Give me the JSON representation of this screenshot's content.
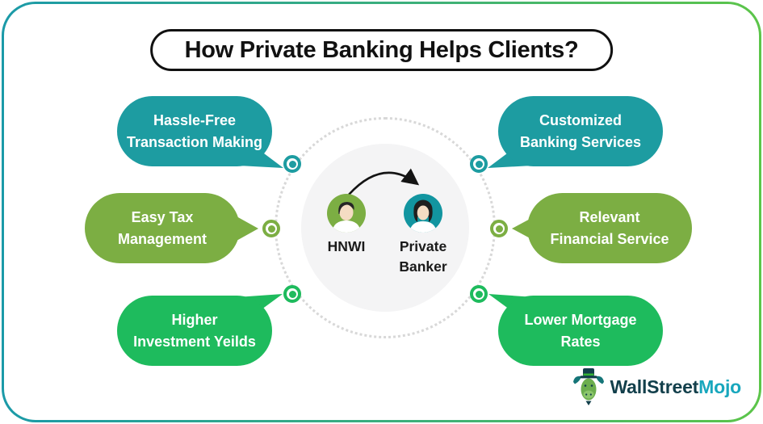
{
  "title": "How Private Banking Helps Clients?",
  "bubbles": [
    {
      "id": "hassle-free",
      "label": "Hassle-Free\nTransaction Making",
      "color": "#1D9CA1"
    },
    {
      "id": "easy-tax",
      "label": "Easy Tax\nManagement",
      "color": "#7CAE43"
    },
    {
      "id": "higher-investment",
      "label": "Higher\nInvestment Yeilds",
      "color": "#1EBB5D"
    },
    {
      "id": "customized-banking",
      "label": "Customized\nBanking Services",
      "color": "#1D9CA1"
    },
    {
      "id": "relevant-financial",
      "label": "Relevant\nFinancial Service",
      "color": "#7CAE43"
    },
    {
      "id": "lower-mortgage",
      "label": "Lower Mortgage\nRates",
      "color": "#1EBB5D"
    }
  ],
  "center": {
    "hnwi_label": "HNWI",
    "banker_label": "Private\nBanker"
  },
  "logo": {
    "text_primary": "WallStreet",
    "text_secondary": "Mojo"
  },
  "colors": {
    "teal": "#1D9CA1",
    "olive_green": "#7CAE43",
    "bright_green": "#1EBB5D",
    "border_gradient_start": "#1B9AA8",
    "border_gradient_end": "#5CC549",
    "center_circle_fill": "#F4F4F5",
    "dotted_ring": "#D8D8D8",
    "title_text": "#111111",
    "logo_primary": "#123F4B",
    "logo_secondary": "#18A7BD",
    "hnwi_avatar_bg": "#7CAE43",
    "banker_avatar_bg": "#1295A0"
  }
}
